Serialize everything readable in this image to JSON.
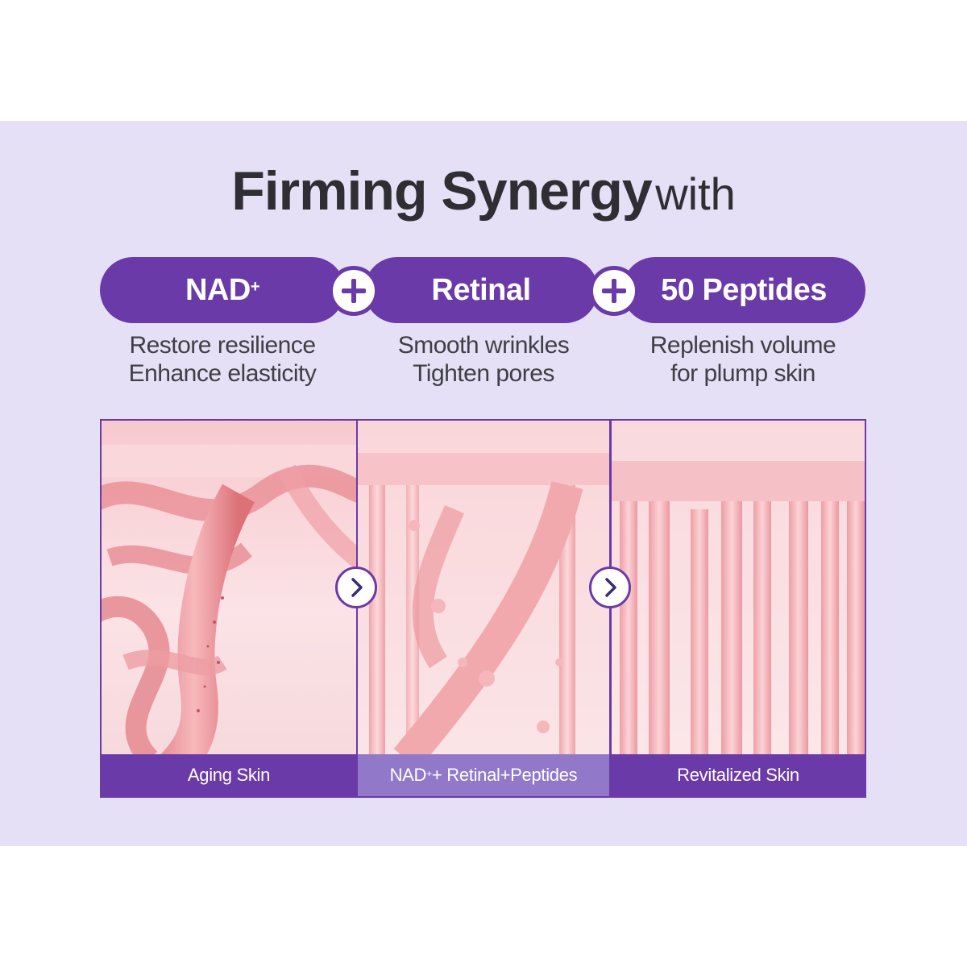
{
  "title": {
    "strong": "Firming Synergy",
    "light": "with"
  },
  "ingredients": [
    {
      "name": "NAD",
      "sup": "+",
      "benefits": [
        "Restore resilience",
        "Enhance elasticity"
      ]
    },
    {
      "name": "Retinal",
      "sup": "",
      "benefits": [
        "Smooth wrinkles",
        "Tighten pores"
      ]
    },
    {
      "name": "50 Peptides",
      "sup": "",
      "benefits": [
        "Replenish volume",
        "for plump skin"
      ]
    }
  ],
  "panels": [
    {
      "caption": "Aging Skin",
      "sup": "",
      "caption_rest": ""
    },
    {
      "caption": "NAD",
      "sup": "+",
      "caption_rest": " + Retinal+Peptides"
    },
    {
      "caption": "Revitalized Skin",
      "sup": "",
      "caption_rest": ""
    }
  ],
  "icons": {
    "plus": "plus-icon",
    "arrow": "chevron-right-icon"
  },
  "colors": {
    "accent": "#6a3aa8",
    "background": "#e5e0f5",
    "caption_mid": "#9178c8",
    "text": "#2e2e33"
  }
}
